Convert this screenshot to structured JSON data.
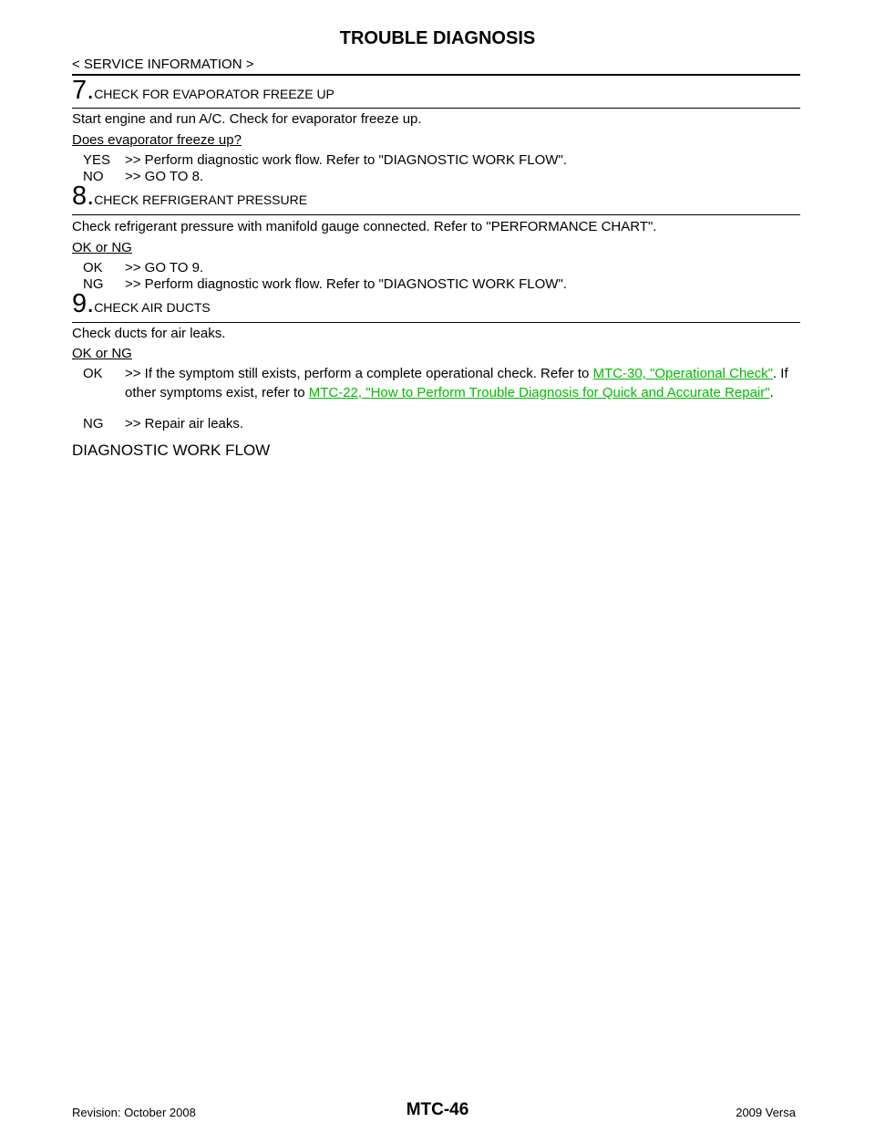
{
  "header": {
    "title": "TROUBLE DIAGNOSIS",
    "section": "< SERVICE INFORMATION >"
  },
  "steps": [
    {
      "num": "7.",
      "title": "CHECK FOR EVAPORATOR FREEZE UP",
      "instruction": "Start engine and run A/C. Check for evaporator freeze up.",
      "question": "Does evaporator freeze up?",
      "answers": [
        {
          "key": "YES",
          "text": ">> Perform diagnostic work flow. Refer to \"DIAGNOSTIC WORK FLOW\"."
        },
        {
          "key": "NO",
          "text": ">> GO TO 8."
        }
      ]
    },
    {
      "num": "8.",
      "title": "CHECK REFRIGERANT PRESSURE",
      "instruction": "Check refrigerant pressure with manifold gauge connected. Refer to \"PERFORMANCE CHART\".",
      "question": "OK or NG",
      "answers": [
        {
          "key": "OK",
          "text": ">> GO TO 9."
        },
        {
          "key": "NG",
          "text": ">> Perform diagnostic work flow. Refer to \"DIAGNOSTIC WORK FLOW\"."
        }
      ]
    },
    {
      "num": "9.",
      "title": "CHECK AIR DUCTS",
      "instruction": "Check ducts for air leaks.",
      "question": "OK or NG",
      "answers": [
        {
          "key": "OK",
          "text_a": ">> If the symptom still exists, perform a complete operational check. Refer to ",
          "link1": "MTC-30, \"Operational Check\"",
          "text_b": ". If other symptoms exist, refer to ",
          "link2": "MTC-22, \"How to Perform Trouble Diagnosis for Quick and Accurate Repair\"",
          "text_c": "."
        },
        {
          "key": "NG",
          "text": ">> Repair air leaks."
        }
      ]
    }
  ],
  "diagnostic_heading": "DIAGNOSTIC WORK FLOW",
  "footer": {
    "revision": "Revision: October 2008",
    "page": "MTC-46",
    "model": "2009 Versa"
  },
  "colors": {
    "link": "#00bb00",
    "text": "#000000"
  }
}
